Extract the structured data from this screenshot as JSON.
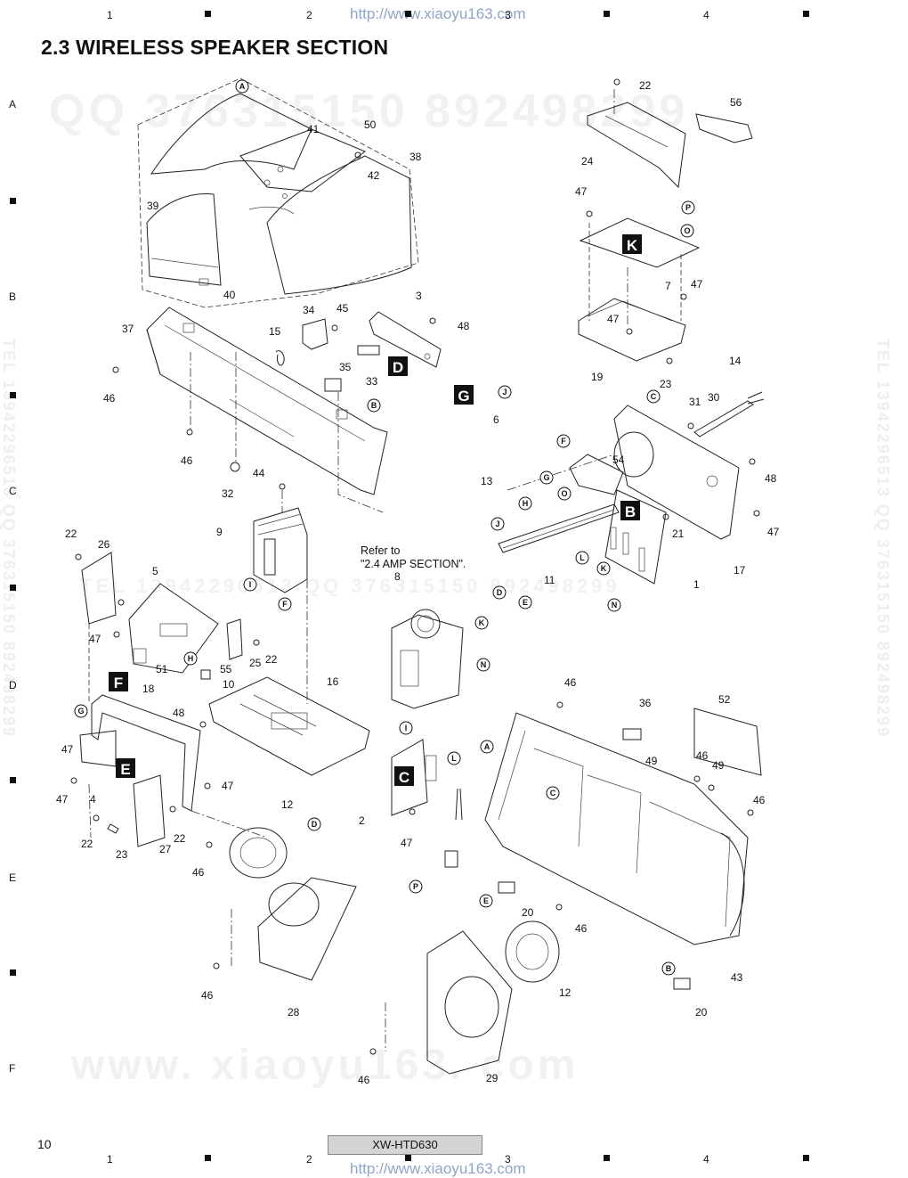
{
  "page": {
    "title": "2.3  WIRELESS SPEAKER SECTION",
    "page_number": "10",
    "model": "XW-HTD630",
    "url_top": "http://www.xiaoyu163.com",
    "url_bottom": "http://www.xiaoyu163.com",
    "note": [
      "Refer to",
      "\"2.4 AMP SECTION\"."
    ]
  },
  "grid": {
    "columns": [
      "1",
      "2",
      "3",
      "4"
    ],
    "rows": [
      "A",
      "B",
      "C",
      "D",
      "E",
      "F"
    ]
  },
  "watermarks": {
    "top": "QQ 376315150   892498299",
    "middle": "TEL 13942296513   QQ 376315150   892498299",
    "bottom": "www. xiaoyu163. com",
    "side_left": "TEL 13942296513   QQ 376315150   892498299",
    "side_right": "TEL 13942296513   QQ 376315150   892498299"
  },
  "section_labels": [
    "K",
    "D",
    "G",
    "B",
    "F",
    "E",
    "C"
  ],
  "connector_refs": [
    "A",
    "B",
    "C",
    "D",
    "E",
    "F",
    "G",
    "H",
    "I",
    "J",
    "K",
    "L",
    "N",
    "O",
    "P"
  ],
  "part_numbers": [
    "1",
    "2",
    "3",
    "4",
    "5",
    "6",
    "7",
    "8",
    "9",
    "10",
    "11",
    "12",
    "13",
    "14",
    "15",
    "16",
    "17",
    "18",
    "19",
    "20",
    "21",
    "22",
    "23",
    "24",
    "25",
    "26",
    "27",
    "28",
    "29",
    "30",
    "31",
    "32",
    "33",
    "34",
    "35",
    "36",
    "37",
    "38",
    "39",
    "40",
    "41",
    "42",
    "43",
    "44",
    "45",
    "46",
    "47",
    "48",
    "49",
    "50",
    "51",
    "52",
    "54",
    "55",
    "56"
  ],
  "colors": {
    "url": "#8fa4c8",
    "watermark": "#f1f1f1",
    "model_box": "#d4d4d4",
    "ink": "#111111"
  }
}
